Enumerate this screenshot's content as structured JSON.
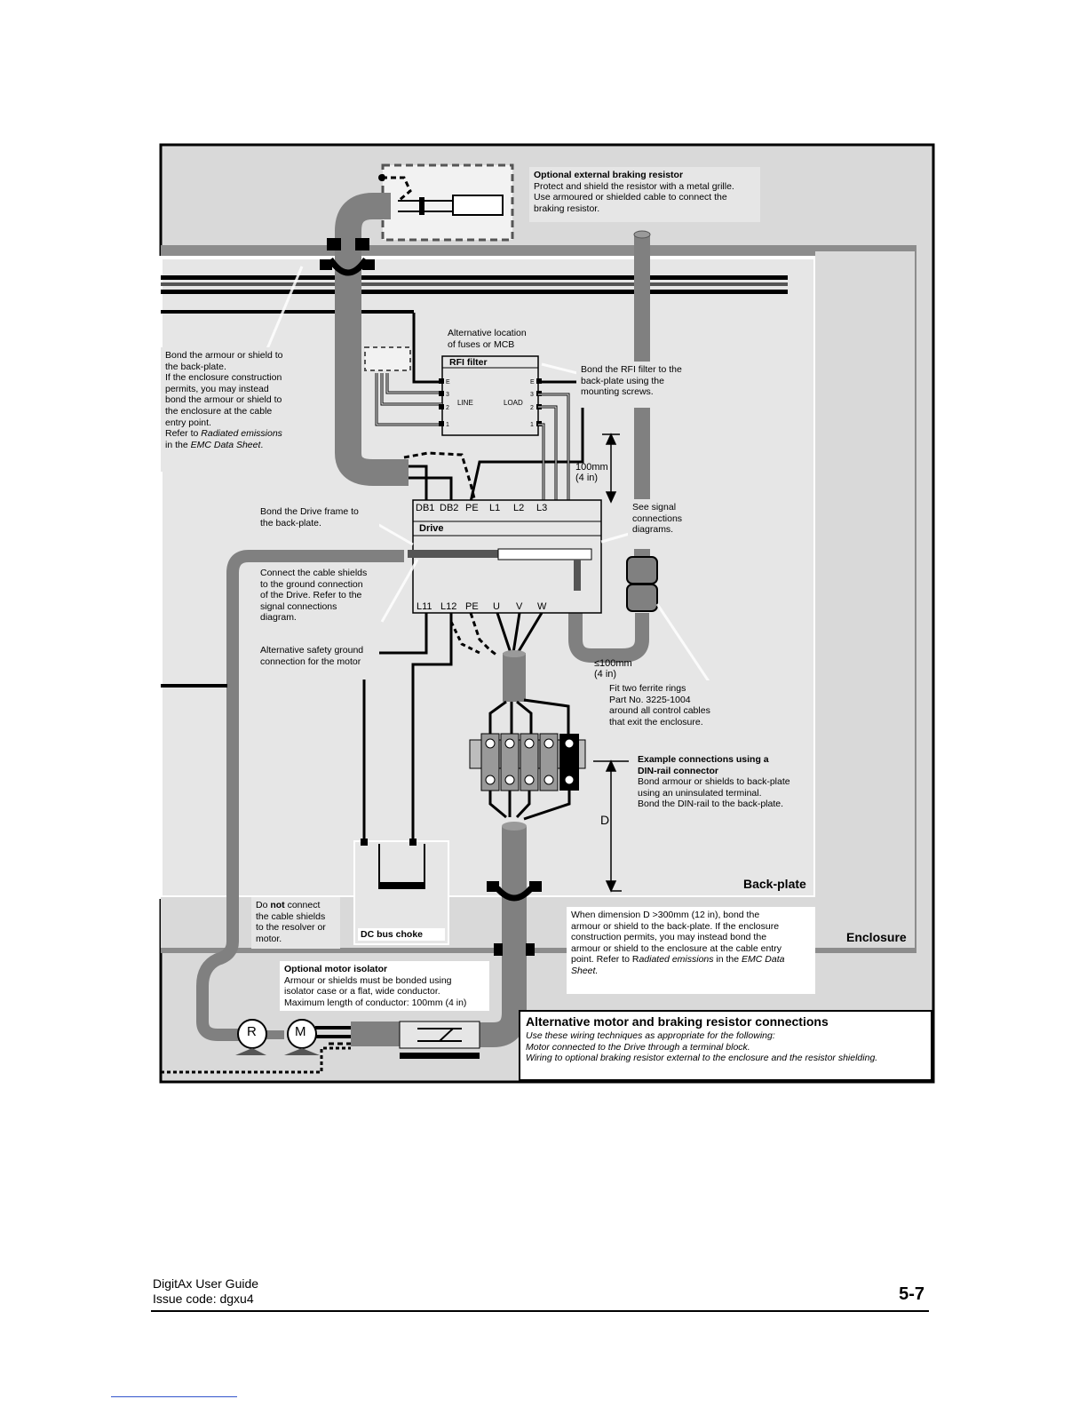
{
  "notes": {
    "braking_resistor": {
      "title": "Optional external braking resistor",
      "lines": [
        "Protect and shield the resistor with a metal grille.",
        "Use armoured or shielded cable to connect the",
        "braking resistor."
      ]
    },
    "alt_fuses": {
      "lines": [
        "Alternative location",
        "of fuses or MCB"
      ]
    },
    "bond_armour": {
      "lines": [
        "Bond the armour or shield to",
        "the back-plate.",
        "If the enclosure construction",
        "permits, you may instead",
        "bond the armour or shield to",
        "the enclosure at the cable",
        "entry point."
      ],
      "refer_prefix": "Refer to ",
      "refer_italic": "Radiated emissions",
      "refer_suffix_pre": "in the ",
      "refer_suffix_italic": "EMC Data Sheet",
      "refer_end": "."
    },
    "bond_rfi": {
      "lines": [
        "Bond the RFI filter to the",
        "back-plate using the",
        "mounting screws."
      ]
    },
    "bond_drive": {
      "lines": [
        "Bond the Drive frame to",
        "the back-plate."
      ]
    },
    "see_signal": {
      "lines": [
        "See signal",
        "connections",
        "diagrams."
      ]
    },
    "connect_shields": {
      "lines": [
        "Connect the cable shields",
        "to the ground connection",
        "of the Drive. Refer to the",
        "signal connections",
        "diagram."
      ]
    },
    "alt_safety": {
      "lines": [
        "Alternative safety ground",
        "connection for the motor"
      ]
    },
    "ferrite": {
      "lines": [
        "Fit two ferrite rings",
        "Part No. 3225-1004",
        "around all control cables",
        "that exit the enclosure."
      ]
    },
    "din_rail": {
      "title_lines": [
        "Example connections using a",
        "DIN-rail connector"
      ],
      "lines": [
        "Bond armour or shields to back-plate",
        "using an uninsulated terminal.",
        "Bond the DIN-rail to the back-plate."
      ]
    },
    "do_not": {
      "pre": "Do ",
      "bold": "not",
      "post": " connect",
      "lines": [
        "the cable shields",
        "to the resolver or",
        "motor."
      ]
    },
    "dimension_d": {
      "lines": [
        "When dimension D >300mm (12 in), bond the",
        "armour or shield to the back-plate. If the enclosure",
        "construction permits, you may instead bond the",
        "armour or shield to the enclosure at the cable entry"
      ],
      "last_pre": "point. Refer to R",
      "last_italic": "adiated emissions",
      "last_mid": " in the ",
      "last_italic2": "EMC Data",
      "final_italic": "Sheet."
    },
    "motor_isolator": {
      "title": "Optional motor isolator",
      "lines": [
        "Armour or shields must be bonded using",
        "isolator case or a flat, wide conductor.",
        "Maximum length of conductor: 100mm (4 in)"
      ]
    }
  },
  "rfi_filter": {
    "label": "RFI filter",
    "line": "LINE",
    "load": "LOAD",
    "terms": [
      "E",
      "3",
      "2",
      "1"
    ]
  },
  "drive": {
    "label": "Drive",
    "top_terminals": [
      "DB1",
      "DB2",
      "PE",
      "L1",
      "L2",
      "L3"
    ],
    "bottom_terminals": [
      "L11",
      "L12",
      "PE",
      "U",
      "V",
      "W"
    ]
  },
  "dimensions": {
    "d100_a": "100mm",
    "d100_b": "(4 in)",
    "le100_a": "≤100mm",
    "le100_b": "(4 in)",
    "d": "D"
  },
  "dc_choke": "DC bus choke",
  "zones": {
    "backplate": "Back-plate",
    "enclosure": "Enclosure"
  },
  "motor_labels": {
    "resolver": "R",
    "motor": "M"
  },
  "alt_box": {
    "title": "Alternative motor and braking resistor connections",
    "lines": [
      "Use these wiring techniques as appropriate for the following:",
      "Motor connected to the Drive through a terminal block.",
      "Wiring to optional braking resistor external to the enclosure and the resistor shielding."
    ]
  },
  "footer": {
    "guide": "DigitAx User Guide",
    "issue": "Issue code: dgxu4",
    "page": "5-7"
  },
  "colors": {
    "panel": "#d9d9d9",
    "enclosure": "#8c8c8c",
    "cable": "#808080",
    "note_bg": "#e6e6e6"
  }
}
